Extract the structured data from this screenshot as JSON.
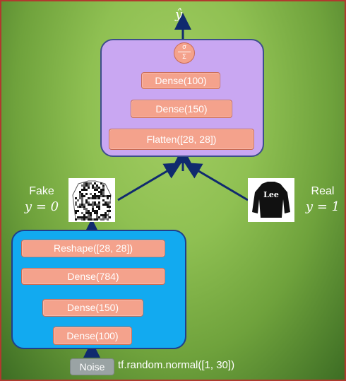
{
  "output_label": "ŷ",
  "discriminator": {
    "activation": {
      "top": "σ",
      "bottom": "Σ"
    },
    "layers": [
      "Dense(100)",
      "Dense(150)",
      "Flatten([28, 28])"
    ]
  },
  "generator": {
    "layers": [
      "Reshape([28, 28])",
      "Dense(784)",
      "Dense(150)",
      "Dense(100)"
    ]
  },
  "fake": {
    "title": "Fake",
    "equation": "y = 0"
  },
  "real": {
    "title": "Real",
    "equation": "y = 1",
    "shirt_text": "Lee"
  },
  "noise": {
    "button": "Noise",
    "code": "tf.random.normal([1, 30])"
  },
  "colors": {
    "background": "#8fc052",
    "discriminator_box": "#c9a7f2",
    "generator_box": "#12aaf0",
    "layer": "#f4a28c",
    "arrow": "#102a6e"
  }
}
